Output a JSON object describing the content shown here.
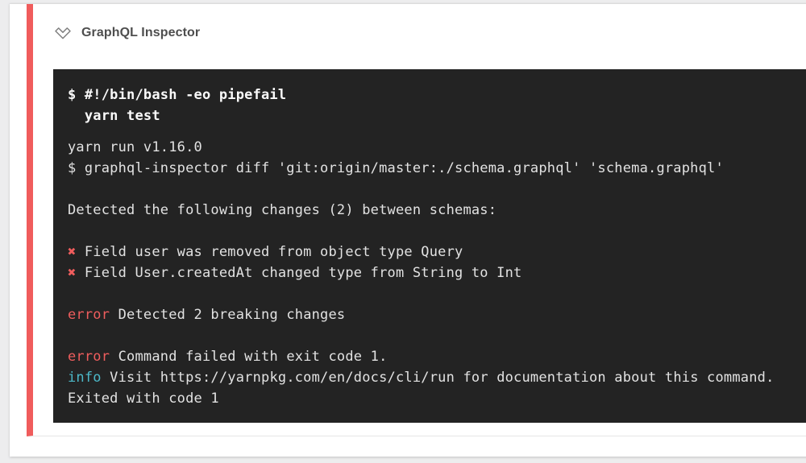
{
  "page": {
    "background_color": "#ededee"
  },
  "card": {
    "background_color": "#ffffff"
  },
  "step": {
    "title": "GraphQL Inspector",
    "status": "failed",
    "status_color": "#f05c5c",
    "title_color": "#4e4e4e",
    "chevron_color": "#808080",
    "chevron_icon": "chevron-down-icon"
  },
  "terminal": {
    "background_color": "#232323",
    "text_color": "#e2e2e2",
    "command_color": "#fafafa",
    "error_color": "#ef5d5d",
    "info_color": "#4cb8c8",
    "lines": [
      {
        "type": "command",
        "text": "$ #!/bin/bash -eo pipefail"
      },
      {
        "type": "command",
        "text": "  yarn test"
      },
      {
        "type": "gap"
      },
      {
        "type": "plain",
        "text": "yarn run v1.16.0"
      },
      {
        "type": "plain",
        "text": "$ graphql-inspector diff 'git:origin/master:./schema.graphql' 'schema.graphql'"
      },
      {
        "type": "blank"
      },
      {
        "type": "plain",
        "text": "Detected the following changes (2) between schemas:"
      },
      {
        "type": "blank"
      },
      {
        "type": "breaking",
        "marker": "✖",
        "text": "Field user was removed from object type Query"
      },
      {
        "type": "breaking",
        "marker": "✖",
        "text": "Field User.createdAt changed type from String to Int"
      },
      {
        "type": "blank"
      },
      {
        "type": "error",
        "label": "error",
        "text": "Detected 2 breaking changes"
      },
      {
        "type": "blank"
      },
      {
        "type": "error",
        "label": "error",
        "text": "Command failed with exit code 1."
      },
      {
        "type": "info",
        "label": "info",
        "text": "Visit https://yarnpkg.com/en/docs/cli/run for documentation about this command."
      },
      {
        "type": "plain",
        "text": "Exited with code 1"
      }
    ]
  }
}
